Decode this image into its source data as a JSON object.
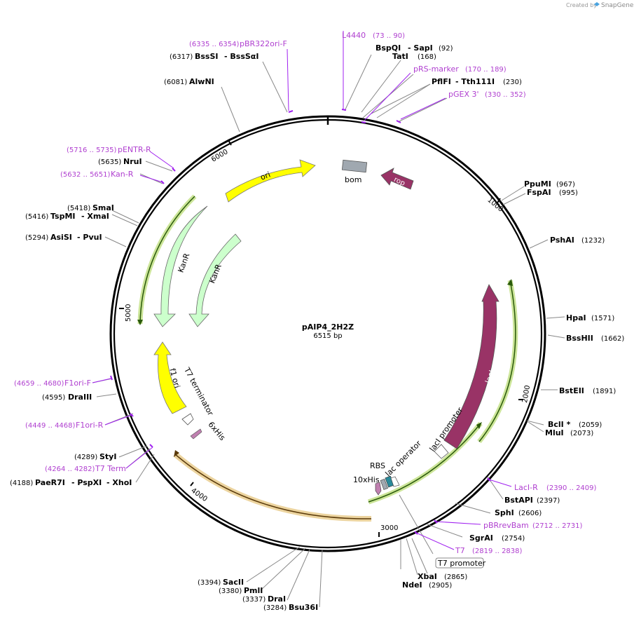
{
  "credit": {
    "prefix": "Created by",
    "brand": "SnapGene"
  },
  "plasmid": {
    "name": "pAIP4_2H2Z",
    "size": "6515 bp"
  },
  "ticks": [
    "1000",
    "2000",
    "3000",
    "4000",
    "5000",
    "6000"
  ],
  "features": {
    "ori": "ori",
    "bom": "bom",
    "rop": "rop",
    "kanr1": "KanR",
    "kanr2": "KanR",
    "f1ori": "f1 ori",
    "t7term": "T7 terminator",
    "his6": "6xHis",
    "laci": "lacI",
    "laciprom": "lacI promoter",
    "lacop": "lac operator",
    "rbs": "RBS",
    "his10": "10xHis",
    "t7prom": "T7 promoter"
  },
  "sites": {
    "pbr322": {
      "range": "(6335 .. 6354)",
      "name": "pBR322ori-F"
    },
    "bsssi": {
      "pos": "(6317)",
      "name1": "BssSI",
      "name2": "- BssSαI"
    },
    "alwni": {
      "pos": "(6081)",
      "name": "AlwNI"
    },
    "pentr": {
      "range": "(5716 .. 5735)",
      "name": "pENTR-R"
    },
    "nrui": {
      "pos": "(5635)",
      "name": "NruI"
    },
    "kanr_p": {
      "range": "(5632 .. 5651)",
      "name": "Kan-R"
    },
    "smai": {
      "pos": "(5418)",
      "name": "SmaI"
    },
    "tspmi": {
      "pos": "(5416)",
      "name1": "TspMI",
      "name2": "- XmaI"
    },
    "asisi": {
      "pos": "(5294)",
      "name1": "AsiSI",
      "name2": "- PvuI"
    },
    "f1orif": {
      "range": "(4659 .. 4680)",
      "name": "F1ori-F"
    },
    "draiii": {
      "pos": "(4595)",
      "name": "DraIII"
    },
    "f1orir": {
      "range": "(4449 .. 4468)",
      "name": "F1ori-R"
    },
    "styi": {
      "pos": "(4289)",
      "name": "StyI"
    },
    "t7term_p": {
      "range": "(4264 .. 4282)",
      "name": "T7 Term"
    },
    "paer7i": {
      "pos": "(4188)",
      "name1": "PaeR7I",
      "name2": "- PspXI",
      "name3": "- XhoI"
    },
    "sacii": {
      "pos": "(3394)",
      "name": "SacII"
    },
    "pmli": {
      "pos": "(3380)",
      "name": "PmlI"
    },
    "drai": {
      "pos": "(3337)",
      "name": "DraI"
    },
    "bsu36i": {
      "pos": "(3284)",
      "name": "Bsu36I"
    },
    "l4440": {
      "name": "L4440",
      "range": "(73 .. 90)"
    },
    "bspqi": {
      "name1": "BspQI",
      "name2": "- SapI",
      "pos": "(92)"
    },
    "tati": {
      "name": "TatI",
      "pos": "(168)"
    },
    "prs": {
      "name": "pRS-marker",
      "range": "(170 .. 189)"
    },
    "pflfi": {
      "name1": "PflFI",
      "name2": "- Tth111I",
      "pos": "(230)"
    },
    "pgex": {
      "name": "pGEX 3'",
      "range": "(330 .. 352)"
    },
    "ppumi": {
      "name": "PpuMI",
      "pos": "(967)"
    },
    "fspai": {
      "name": "FspAI",
      "pos": "(995)"
    },
    "pshai": {
      "name": "PshAI",
      "pos": "(1232)"
    },
    "hpai": {
      "name": "HpaI",
      "pos": "(1571)"
    },
    "psshii": {
      "name": "BssHII",
      "pos": "(1662)"
    },
    "bsteii": {
      "name": "BstEII",
      "pos": "(1891)"
    },
    "bcli": {
      "name": "BclI *",
      "pos": "(2059)"
    },
    "mlui": {
      "name": "MluI",
      "pos": "(2073)"
    },
    "lacir": {
      "name": "LacI-R",
      "range": "(2390 .. 2409)"
    },
    "bstapi": {
      "name": "BstAPI",
      "pos": "(2397)"
    },
    "sphi": {
      "name": "SphI",
      "pos": "(2606)"
    },
    "pbrrev": {
      "name": "pBRrevBam",
      "range": "(2712 .. 2731)"
    },
    "sgrai": {
      "name": "SgrAI",
      "pos": "(2754)"
    },
    "t7p": {
      "name": "T7",
      "range": "(2819 .. 2838)"
    },
    "xbai": {
      "name": "XbaI",
      "pos": "(2865)"
    },
    "ndei": {
      "name": "NdeI",
      "pos": "(2905)"
    }
  },
  "colors": {
    "ori": "#ffff00",
    "kanr": "#ccffcc",
    "laci": "#993366",
    "rop": "#993366",
    "bom": "#a0a8b0",
    "orf_green": "#99cc33",
    "orf_orange": "#d4a02a",
    "primer": "#a020f0"
  }
}
